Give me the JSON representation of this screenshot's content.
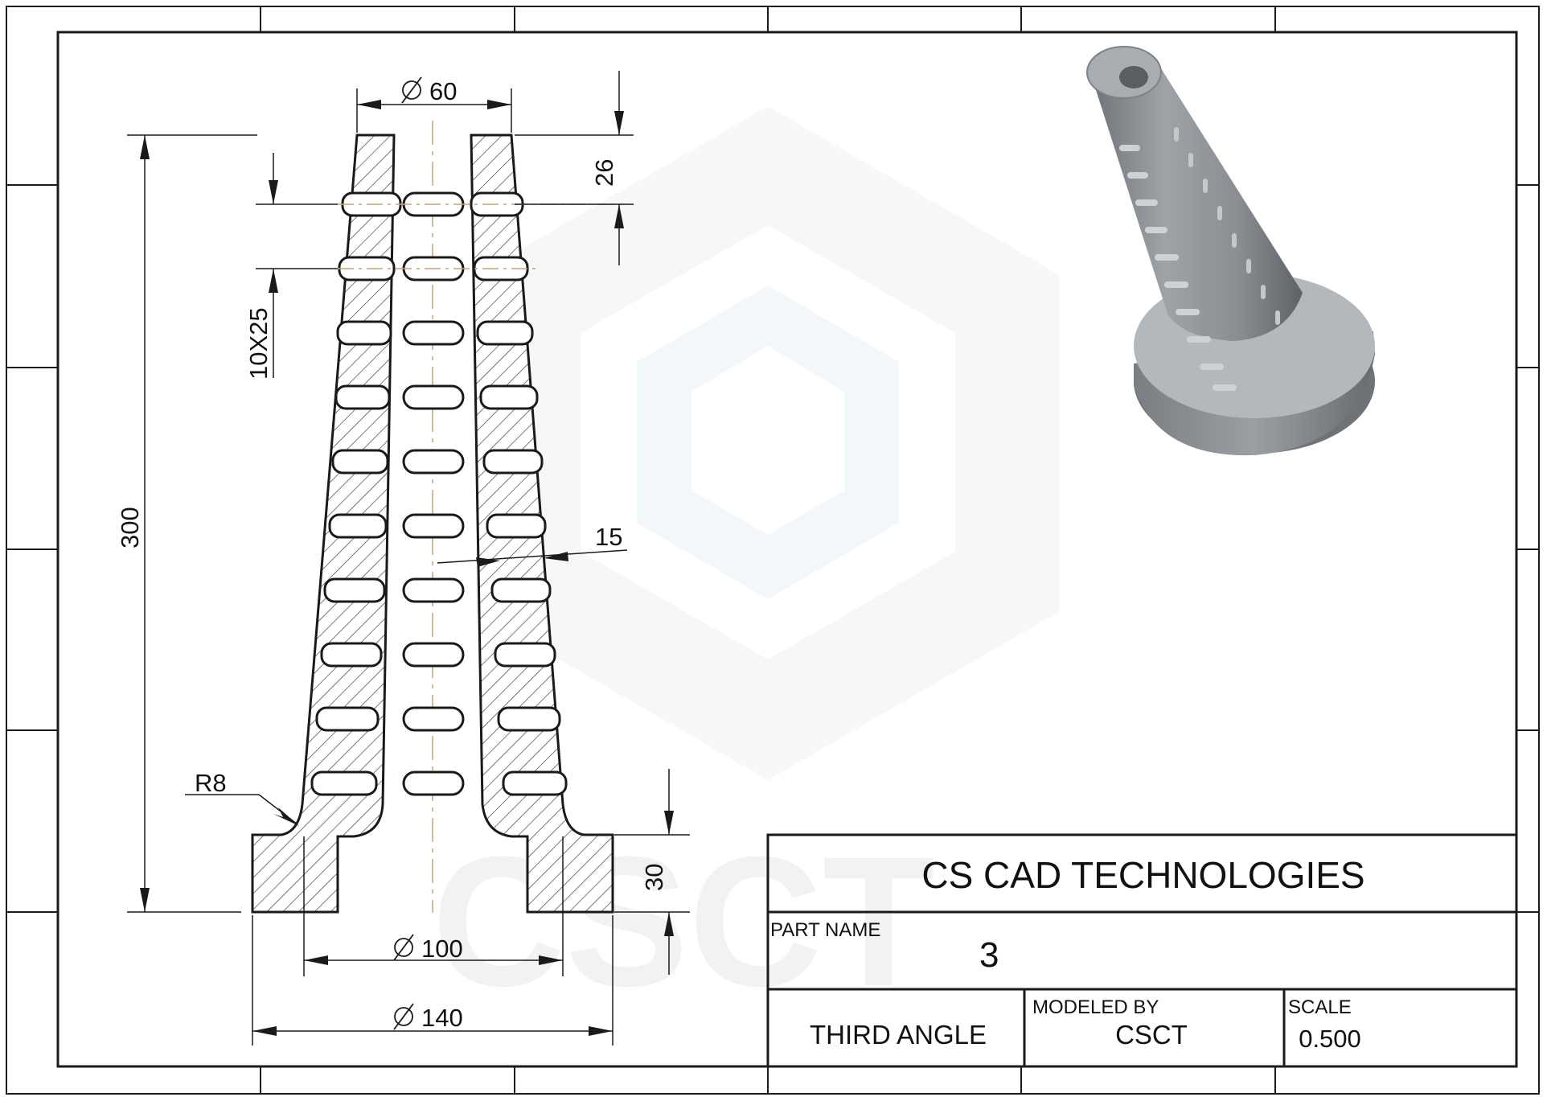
{
  "drawing": {
    "dimensions": {
      "top_diameter": "60",
      "top_height": "26",
      "slot_pattern": "10X25",
      "overall_height": "300",
      "wall_thickness": "15",
      "fillet_radius": "R8",
      "base_height": "30",
      "inner_base_diameter": "100",
      "base_diameter": "140"
    },
    "watermark": "CSCT"
  },
  "title_block": {
    "company": "CS CAD TECHNOLOGIES",
    "part_name_label": "PART NAME",
    "part_name": "3",
    "projection": "THIRD ANGLE",
    "modeled_by_label": "MODELED BY",
    "modeled_by": "CSCT",
    "scale_label": "SCALE",
    "scale": "0.500"
  },
  "colors": {
    "line": "#1a1a1a",
    "centerline": "#c9a27a",
    "model_body": "#8c9095",
    "model_highlight": "#b9bec3",
    "watermark": "#eef0f2"
  }
}
